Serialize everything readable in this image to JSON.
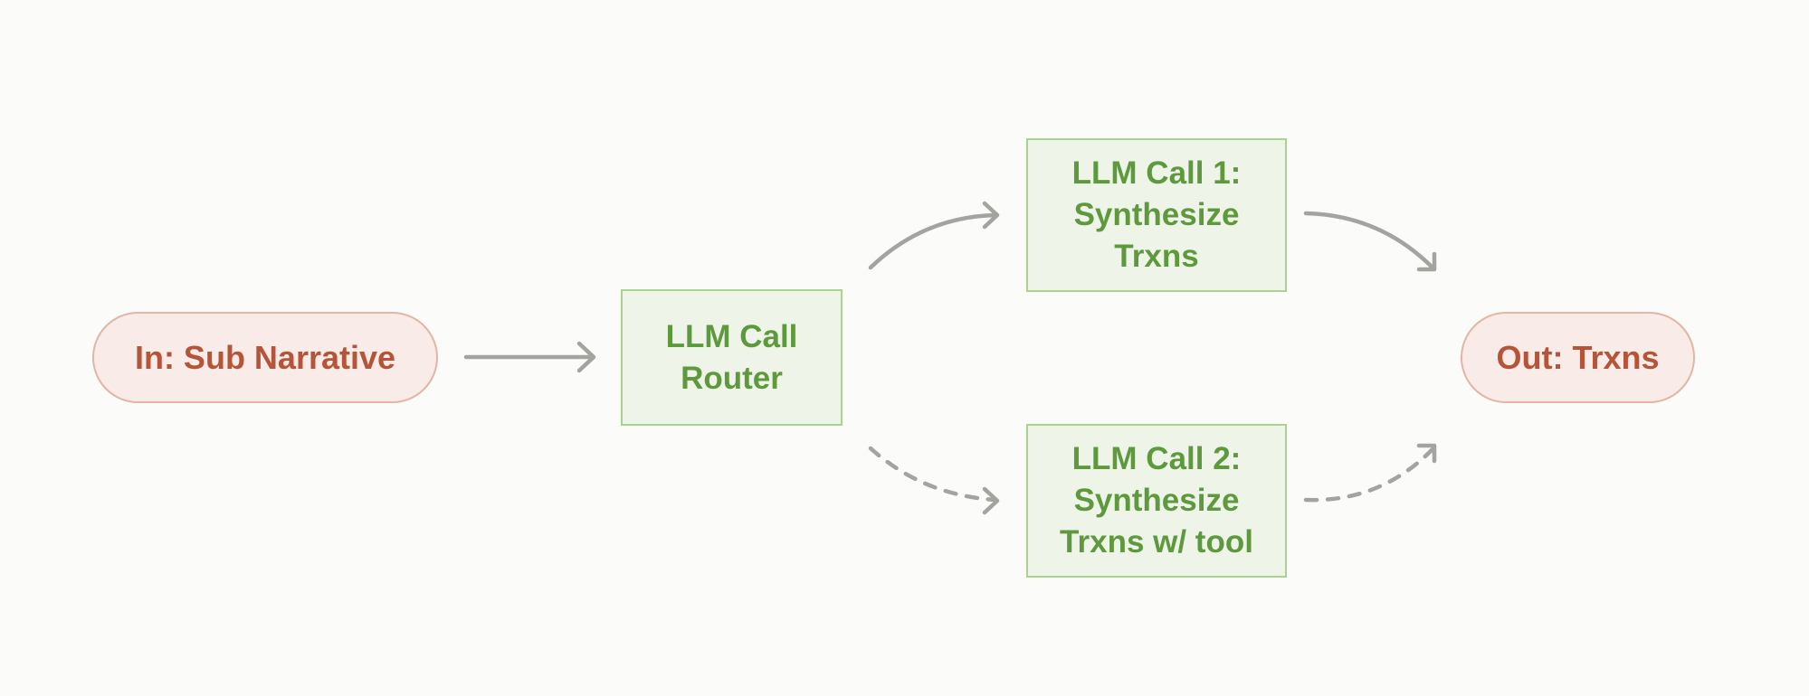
{
  "diagram": {
    "colors": {
      "io_text": "#b4553a",
      "io_fill": "#f9ece8",
      "io_border": "#e2b5a6",
      "llm_text": "#5e9a3d",
      "llm_fill": "#eef4e8",
      "llm_border": "#a9d38e",
      "edge": "#a3a3a0",
      "background": "#fbfbf9"
    },
    "nodes": {
      "input": {
        "label": "In: Sub Narrative",
        "shape": "pill"
      },
      "router": {
        "lines": [
          "LLM Call",
          "Router"
        ],
        "shape": "box"
      },
      "call1": {
        "lines": [
          "LLM Call 1:",
          "Synthesize",
          "Trxns"
        ],
        "shape": "box"
      },
      "call2": {
        "lines": [
          "LLM Call 2:",
          "Synthesize",
          "Trxns w/ tool"
        ],
        "shape": "box"
      },
      "output": {
        "label": "Out: Trxns",
        "shape": "pill"
      }
    },
    "edges": [
      {
        "from": "input",
        "to": "router",
        "style": "solid"
      },
      {
        "from": "router",
        "to": "call1",
        "style": "solid"
      },
      {
        "from": "router",
        "to": "call2",
        "style": "dashed"
      },
      {
        "from": "call1",
        "to": "output",
        "style": "solid"
      },
      {
        "from": "call2",
        "to": "output",
        "style": "dashed"
      }
    ]
  }
}
